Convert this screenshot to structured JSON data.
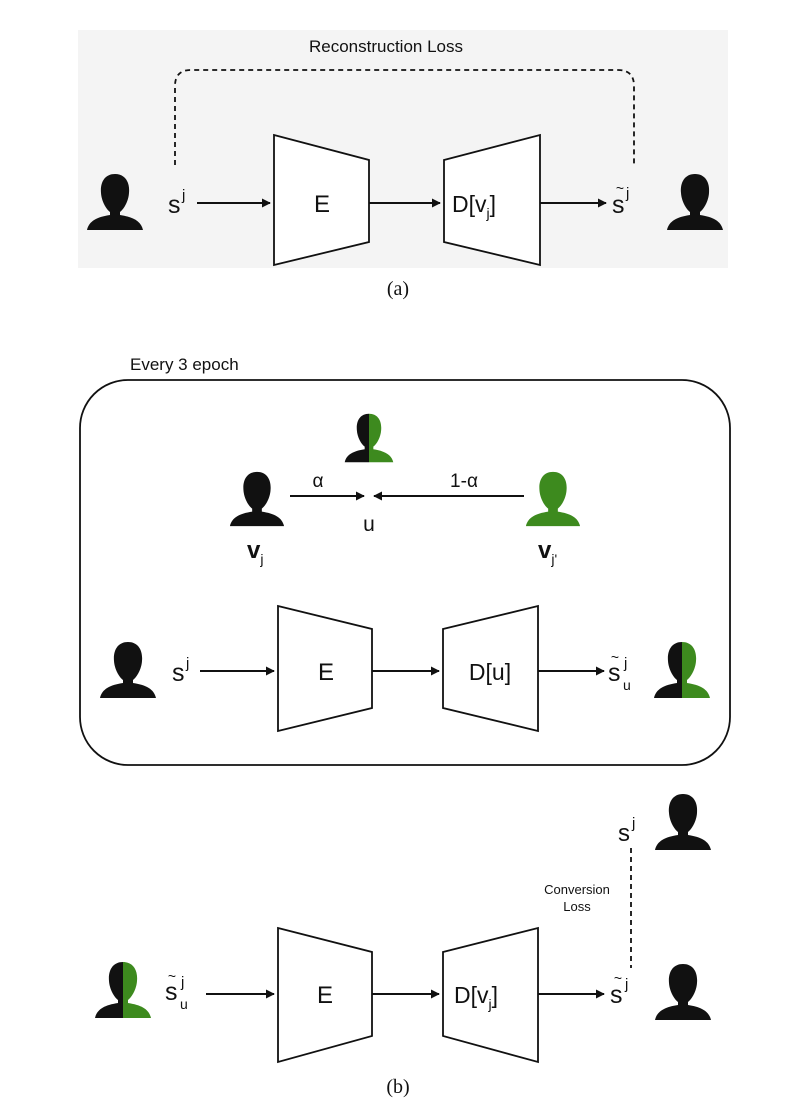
{
  "panel_a": {
    "loss_label": "Reconstruction Loss",
    "input_symbol": "s",
    "input_sup": "j",
    "encoder_label": "E",
    "decoder_label": "D[v",
    "decoder_sub": "j",
    "decoder_close": "]",
    "output_symbol": "s",
    "output_sup": "j",
    "caption": "(a)"
  },
  "panel_b": {
    "box_title": "Every 3 epoch",
    "alpha_label": "α",
    "one_minus_alpha_label": "1-α",
    "u_label": "u",
    "v_left": "v",
    "v_left_sub": "j",
    "v_right": "v",
    "v_right_sub": "j'",
    "row1_input": "s",
    "row1_input_sup": "j",
    "row1_encoder": "E",
    "row1_decoder": "D[u]",
    "row1_output": "s",
    "row1_output_sup": "j",
    "row1_output_sub": "u",
    "target_symbol": "s",
    "target_sup": "j",
    "conversion_line1": "Conversion",
    "conversion_line2": "Loss",
    "row2_input": "s",
    "row2_input_sup": "j",
    "row2_input_sub": "u",
    "row2_encoder": "E",
    "row2_decoder": "D[v",
    "row2_decoder_sub": "j",
    "row2_decoder_close": "]",
    "row2_output": "s",
    "row2_output_sup": "j",
    "caption": "(b)"
  },
  "colors": {
    "accent_green": "#3d8a1e",
    "ink": "#111111",
    "panel_a_background": "#f4f4f4"
  }
}
